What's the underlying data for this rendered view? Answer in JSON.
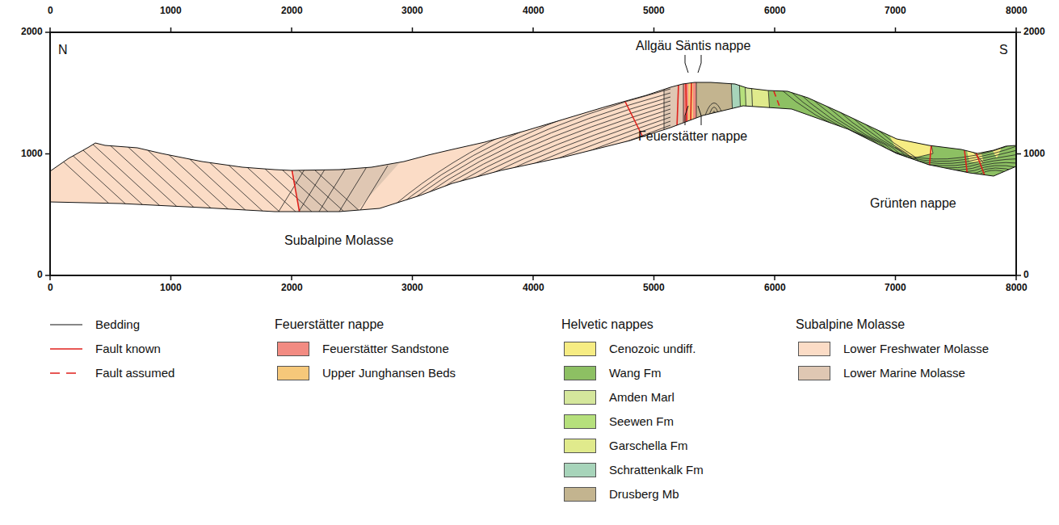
{
  "diagram": {
    "labels": [
      "N",
      "S",
      "Allgäu Säntis nappe",
      "Feuerstätter nappe",
      "Grünten nappe",
      "Subalpine Molasse",
      "0",
      "1000",
      "2000",
      "3000",
      "4000",
      "5000",
      "6000",
      "7000",
      "8000",
      "0",
      "1000",
      "2000",
      "3000",
      "4000",
      "5000",
      "6000",
      "7000",
      "8000",
      "2000",
      "1000",
      "0",
      "2000",
      "1000",
      "0",
      "Feuerstätter nappe",
      "Helvetic nappes",
      "Subalpine Molasse"
    ],
    "legend": [
      {
        "text": "Bedding"
      },
      {
        "text": "Fault known"
      },
      {
        "text": "Fault assumed"
      },
      {
        "text": "Feuerstätter Sandstone",
        "color": "#f28b82"
      },
      {
        "text": "Upper Junghansen Beds",
        "color": "#f6c87a"
      },
      {
        "text": "Cenozoic undiff.",
        "color": "#f6ec83"
      },
      {
        "text": "Wang Fm",
        "color": "#8dc063"
      },
      {
        "text": "Amden Marl",
        "color": "#d5e79c"
      },
      {
        "text": "Seewen Fm",
        "color": "#b6e07c"
      },
      {
        "text": "Garschella Fm",
        "color": "#e0ea8c"
      },
      {
        "text": "Schrattenkalk Fm",
        "color": "#a7d4ba"
      },
      {
        "text": "Drusberg Mb",
        "color": "#c3b48f"
      },
      {
        "text": "Lower Freshwater Molasse",
        "color": "#fbdcc6"
      },
      {
        "text": "Lower Marine Molasse",
        "color": "#dfc7b3"
      }
    ]
  }
}
